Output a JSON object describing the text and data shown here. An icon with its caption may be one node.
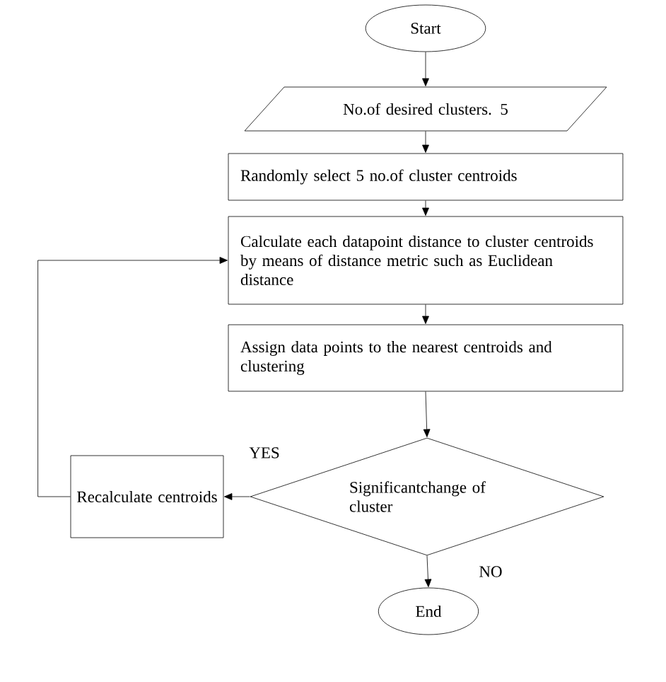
{
  "diagram": {
    "nodes": [
      {
        "text": [
          "Start"
        ]
      },
      {
        "text": [
          "No.of desired clusters. 5"
        ]
      },
      {
        "text": [
          "Randomly select 5 no.of cluster centroids"
        ]
      },
      {
        "text": [
          "Calculate each datapoint distance to cluster centroids by means of distance metric such as Euclidean distance"
        ]
      },
      {
        "text": [
          "Assign data points to the nearest centroids and clustering"
        ]
      },
      {
        "text": [
          "Significantchange of  cluster"
        ]
      },
      {
        "text": [
          "Recalculate centroids"
        ]
      },
      {
        "text": [
          "End"
        ]
      }
    ],
    "edges": [
      {
        "from": 0,
        "to": 1,
        "arrow": "to"
      },
      {
        "from": 1,
        "to": 2,
        "arrow": "to"
      },
      {
        "from": 2,
        "to": 3,
        "arrow": "to"
      },
      {
        "from": 3,
        "to": 4,
        "arrow": "to"
      },
      {
        "from": 4,
        "to": 5,
        "arrow": "to"
      },
      {
        "from": 5,
        "to": 6,
        "arrow": "to",
        "label": "YES"
      },
      {
        "from": 5,
        "to": 7,
        "arrow": "to",
        "label": "NO"
      },
      {
        "from": 6,
        "to": 3,
        "arrow": "to"
      }
    ]
  }
}
